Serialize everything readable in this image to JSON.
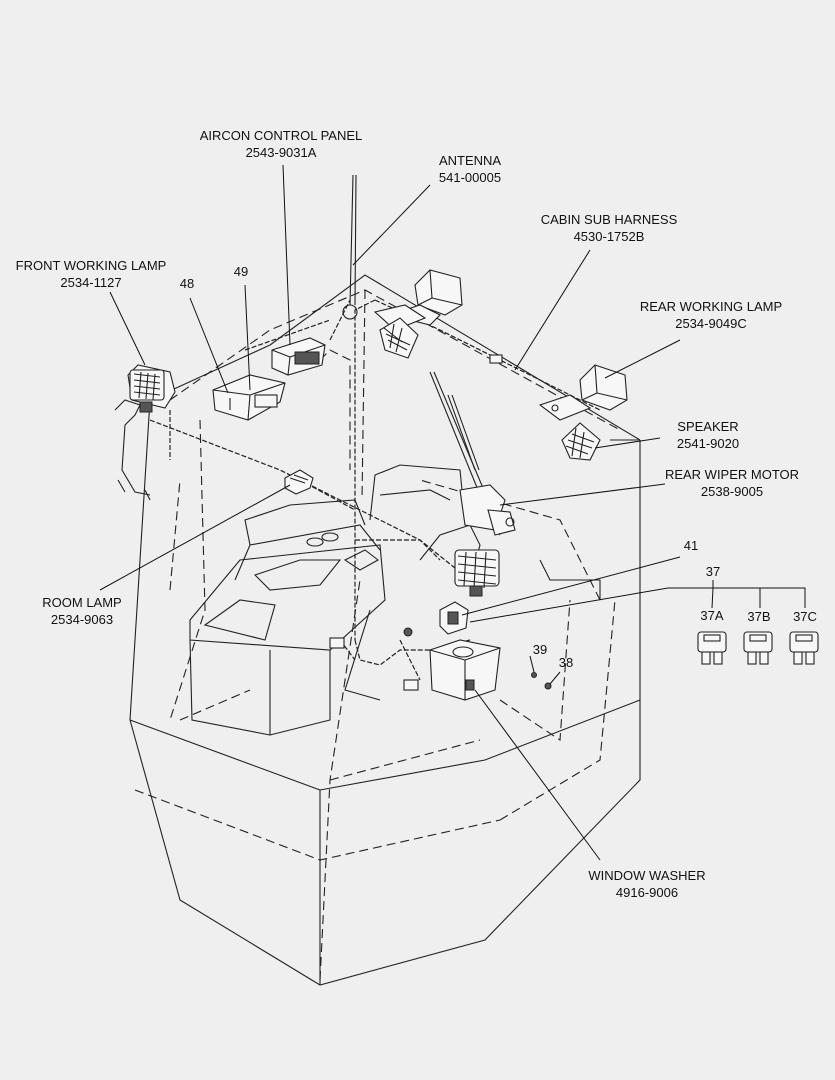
{
  "labels": {
    "aircon": {
      "name": "AIRCON CONTROL PANEL",
      "part": "2543-9031A"
    },
    "antenna": {
      "name": "ANTENNA",
      "part": "541-00005"
    },
    "cabin_harness": {
      "name": "CABIN SUB HARNESS",
      "part": "4530-1752B"
    },
    "front_lamp": {
      "name": "FRONT WORKING LAMP",
      "part": "2534-1127"
    },
    "rear_lamp": {
      "name": "REAR WORKING LAMP",
      "part": "2534-9049C"
    },
    "speaker": {
      "name": "SPEAKER",
      "part": "2541-9020"
    },
    "wiper_motor": {
      "name": "REAR WIPER MOTOR",
      "part": "2538-9005"
    },
    "room_lamp": {
      "name": "ROOM LAMP",
      "part": "2534-9063"
    },
    "window_washer": {
      "name": "WINDOW WASHER",
      "part": "4916-9006"
    }
  },
  "callouts": {
    "n48": "48",
    "n49": "49",
    "n41": "41",
    "n37": "37",
    "n37a": "37A",
    "n37b": "37B",
    "n37c": "37C",
    "n39": "39",
    "n38": "38"
  }
}
